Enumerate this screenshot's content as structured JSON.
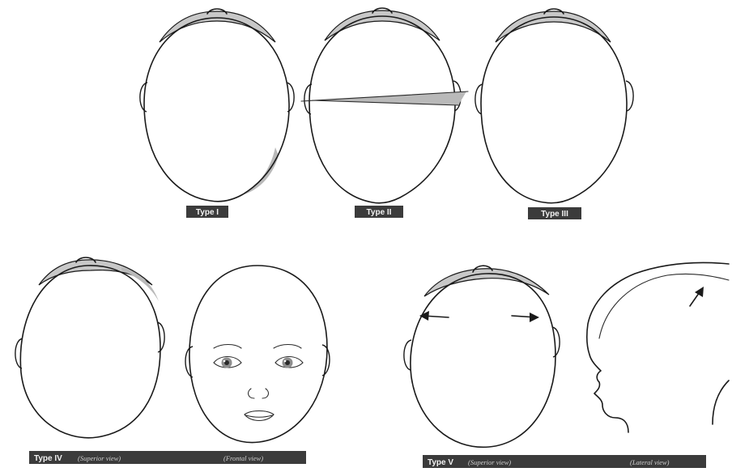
{
  "labels": {
    "type1": "Type I",
    "type2": "Type II",
    "type3": "Type III",
    "type4": "Type IV",
    "type4_view1": "(Superior view)",
    "type4_view2": "(Frontal view)",
    "type5": "Type V",
    "type5_view1": "(Superior view)",
    "type5_view2": "(Lateral view)"
  },
  "colors": {
    "ink": "#1a1a1a",
    "shading": "#b9b9b9",
    "label_background": "#3b3b3b",
    "label_text": "#f2f2f2"
  }
}
